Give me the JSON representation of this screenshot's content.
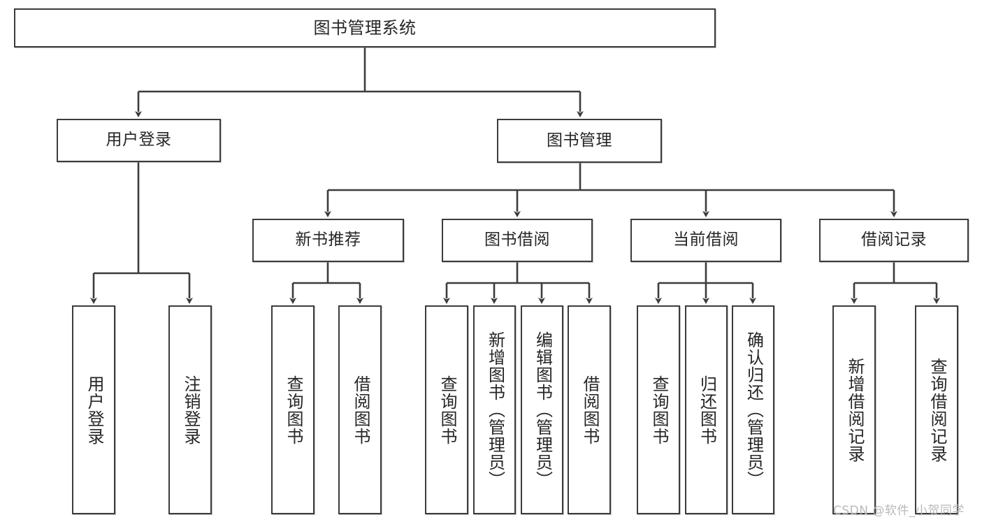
{
  "diagram": {
    "type": "tree-hierarchy",
    "title": "图书管理系统",
    "orientation": "top-down",
    "colors": {
      "box_border": "#3c3c3c",
      "box_fill": "#ffffff",
      "connector": "#3c3c3c",
      "text": "#262626",
      "watermark": "#b9b9b9"
    },
    "levels": 4
  },
  "root": {
    "label": "图书管理系统"
  },
  "level2": [
    {
      "id": "user-login",
      "label": "用户登录"
    },
    {
      "id": "book-manage",
      "label": "图书管理"
    }
  ],
  "level3": [
    {
      "id": "new-book-recommend",
      "label": "新书推荐",
      "parent": "book-manage"
    },
    {
      "id": "book-borrow",
      "label": "图书借阅",
      "parent": "book-manage"
    },
    {
      "id": "current-borrow",
      "label": "当前借阅",
      "parent": "book-manage"
    },
    {
      "id": "borrow-record",
      "label": "借阅记录",
      "parent": "book-manage"
    }
  ],
  "leaves": {
    "user_login": [
      {
        "id": "leaf-user-login",
        "label": "用户登录"
      },
      {
        "id": "leaf-logout-login",
        "label": "注销登录"
      }
    ],
    "new_book_recommend": [
      {
        "id": "leaf-query-book-1",
        "label": "查询图书"
      },
      {
        "id": "leaf-borrow-book-1",
        "label": "借阅图书"
      }
    ],
    "book_borrow": [
      {
        "id": "leaf-query-book-2",
        "label": "查询图书"
      },
      {
        "id": "leaf-add-book",
        "label": "新增图书（管理员）"
      },
      {
        "id": "leaf-edit-book",
        "label": "编辑图书（管理员）"
      },
      {
        "id": "leaf-borrow-book-2",
        "label": "借阅图书"
      }
    ],
    "current_borrow": [
      {
        "id": "leaf-query-book-3",
        "label": "查询图书"
      },
      {
        "id": "leaf-return-book",
        "label": "归还图书"
      },
      {
        "id": "leaf-confirm-return",
        "label": "确认归还（管理员）"
      }
    ],
    "borrow_record": [
      {
        "id": "leaf-add-record",
        "label": "新增借阅记录"
      },
      {
        "id": "leaf-query-record",
        "label": "查询借阅记录"
      }
    ]
  },
  "watermark": {
    "text": "CSDN @软件_小贺同学"
  }
}
